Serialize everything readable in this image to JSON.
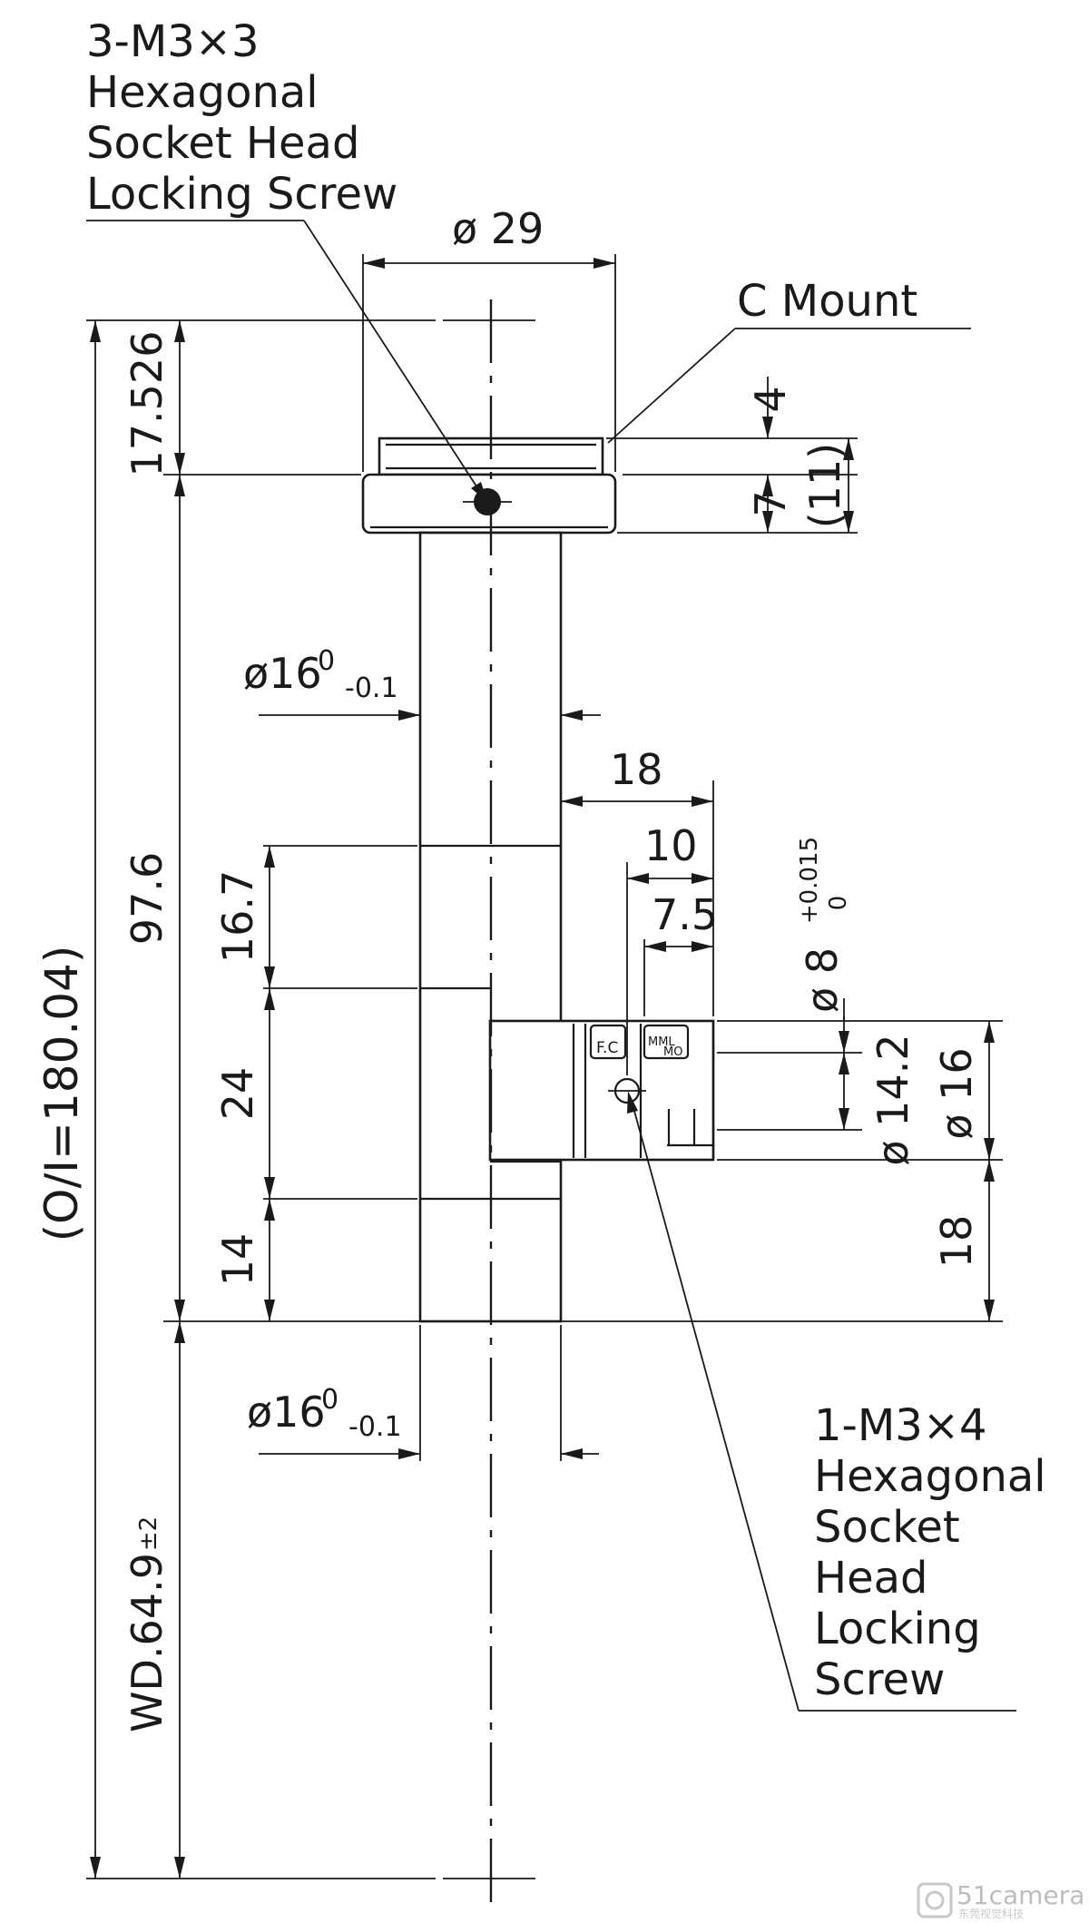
{
  "callouts": {
    "top_screw": [
      "3-M3×3",
      "Hexagonal",
      "Socket Head",
      "Locking Screw"
    ],
    "c_mount": "C Mount",
    "side_screw": [
      "1-M3×4",
      "Hexagonal",
      "Socket",
      "Head",
      "Locking",
      "Screw"
    ]
  },
  "dimensions": {
    "dia_29": "ø 29",
    "d_17_526": "17.526",
    "d_4": "4",
    "d_7": "7",
    "d_11": "(11)",
    "dia_16_top": {
      "main": "ø16",
      "upper": "0",
      "lower": "-0.1"
    },
    "d_18_width": "18",
    "d_10": "10",
    "d_7_5": "7.5",
    "dia_8": {
      "main": "ø 8",
      "upper": "+0.015",
      "lower": "0"
    },
    "d_97_6": "97.6",
    "d_16_7": "16.7",
    "d_24": "24",
    "d_14": "14",
    "oi": "(O/I=180.04)",
    "dia_14_2": "ø 14.2",
    "dia_16_side": "ø 16",
    "d_18_height": "18",
    "dia_16_bottom": {
      "main": "ø16",
      "upper": "0",
      "lower": "-0.1"
    },
    "wd": {
      "main": "WD.64.9",
      "tol": "±2"
    }
  },
  "port_labels": {
    "left": "F.C",
    "right_top": "MML",
    "right_bottom": "MO"
  },
  "watermark": {
    "brand": "51camera",
    "tagline": "东莞视觉科技"
  }
}
